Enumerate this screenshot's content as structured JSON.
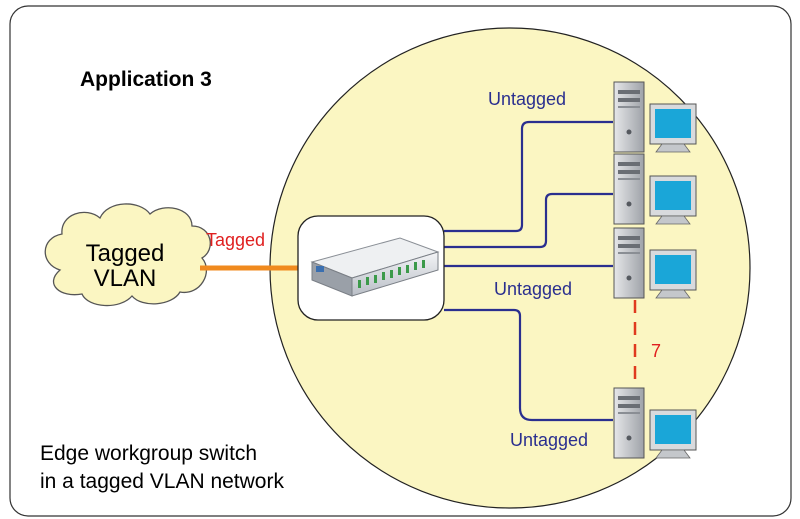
{
  "diagram": {
    "title": "Application 3",
    "cloud": {
      "line1": "Tagged",
      "line2": "VLAN"
    },
    "uplink_label": "Tagged",
    "port_labels": {
      "top": "Untagged",
      "middle": "Untagged",
      "bottom": "Untagged"
    },
    "count_label": "7",
    "caption": {
      "line1": "Edge workgroup switch",
      "line2": "in a tagged VLAN network"
    },
    "colors": {
      "circle_fill": "#fbf6c2",
      "link_blue": "#2a2f8f",
      "tagged_orange": "#f08a1e",
      "dashed_red": "#e03a1e",
      "cloud_fill": "#fbf6c2",
      "monitor_screen": "#1aa6d8"
    },
    "icons": [
      "cloud-icon",
      "switch-icon",
      "pc-tower-icon",
      "monitor-icon"
    ]
  }
}
